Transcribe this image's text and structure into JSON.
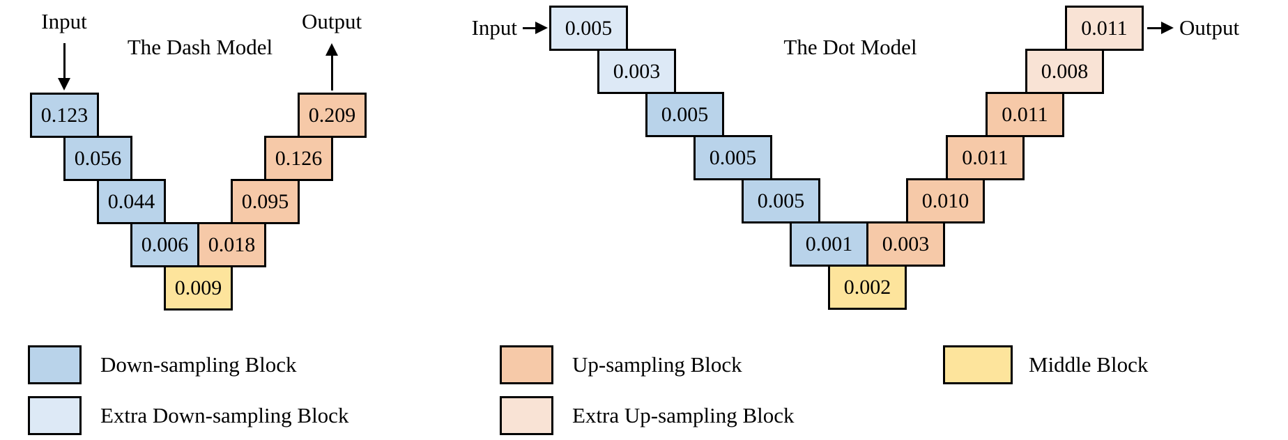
{
  "colors": {
    "down": "#b9d3ea",
    "extra_down": "#dde9f6",
    "up": "#f6c9a8",
    "extra_up": "#f9e3d5",
    "middle": "#fde49c",
    "border": "#000000"
  },
  "models": [
    {
      "id": "dash",
      "title": "The Dash Model",
      "input_label": "Input",
      "output_label": "Output",
      "blocks": [
        {
          "value": "0.123",
          "type": "down"
        },
        {
          "value": "0.056",
          "type": "down"
        },
        {
          "value": "0.044",
          "type": "down"
        },
        {
          "value": "0.006",
          "type": "down"
        },
        {
          "value": "0.009",
          "type": "middle"
        },
        {
          "value": "0.018",
          "type": "up"
        },
        {
          "value": "0.095",
          "type": "up"
        },
        {
          "value": "0.126",
          "type": "up"
        },
        {
          "value": "0.209",
          "type": "up"
        }
      ]
    },
    {
      "id": "dot",
      "title": "The Dot Model",
      "input_label": "Input",
      "output_label": "Output",
      "blocks": [
        {
          "value": "0.005",
          "type": "extra_down"
        },
        {
          "value": "0.003",
          "type": "extra_down"
        },
        {
          "value": "0.005",
          "type": "down"
        },
        {
          "value": "0.005",
          "type": "down"
        },
        {
          "value": "0.005",
          "type": "down"
        },
        {
          "value": "0.001",
          "type": "down"
        },
        {
          "value": "0.002",
          "type": "middle"
        },
        {
          "value": "0.003",
          "type": "up"
        },
        {
          "value": "0.010",
          "type": "up"
        },
        {
          "value": "0.011",
          "type": "up"
        },
        {
          "value": "0.011",
          "type": "up"
        },
        {
          "value": "0.008",
          "type": "extra_up"
        },
        {
          "value": "0.011",
          "type": "extra_up"
        }
      ]
    }
  ],
  "legend": {
    "items": [
      {
        "label": "Down-sampling Block",
        "type": "down"
      },
      {
        "label": "Up-sampling Block",
        "type": "up"
      },
      {
        "label": "Middle Block",
        "type": "middle"
      },
      {
        "label": "Extra Down-sampling Block",
        "type": "extra_down"
      },
      {
        "label": "Extra Up-sampling Block",
        "type": "extra_up"
      }
    ]
  }
}
